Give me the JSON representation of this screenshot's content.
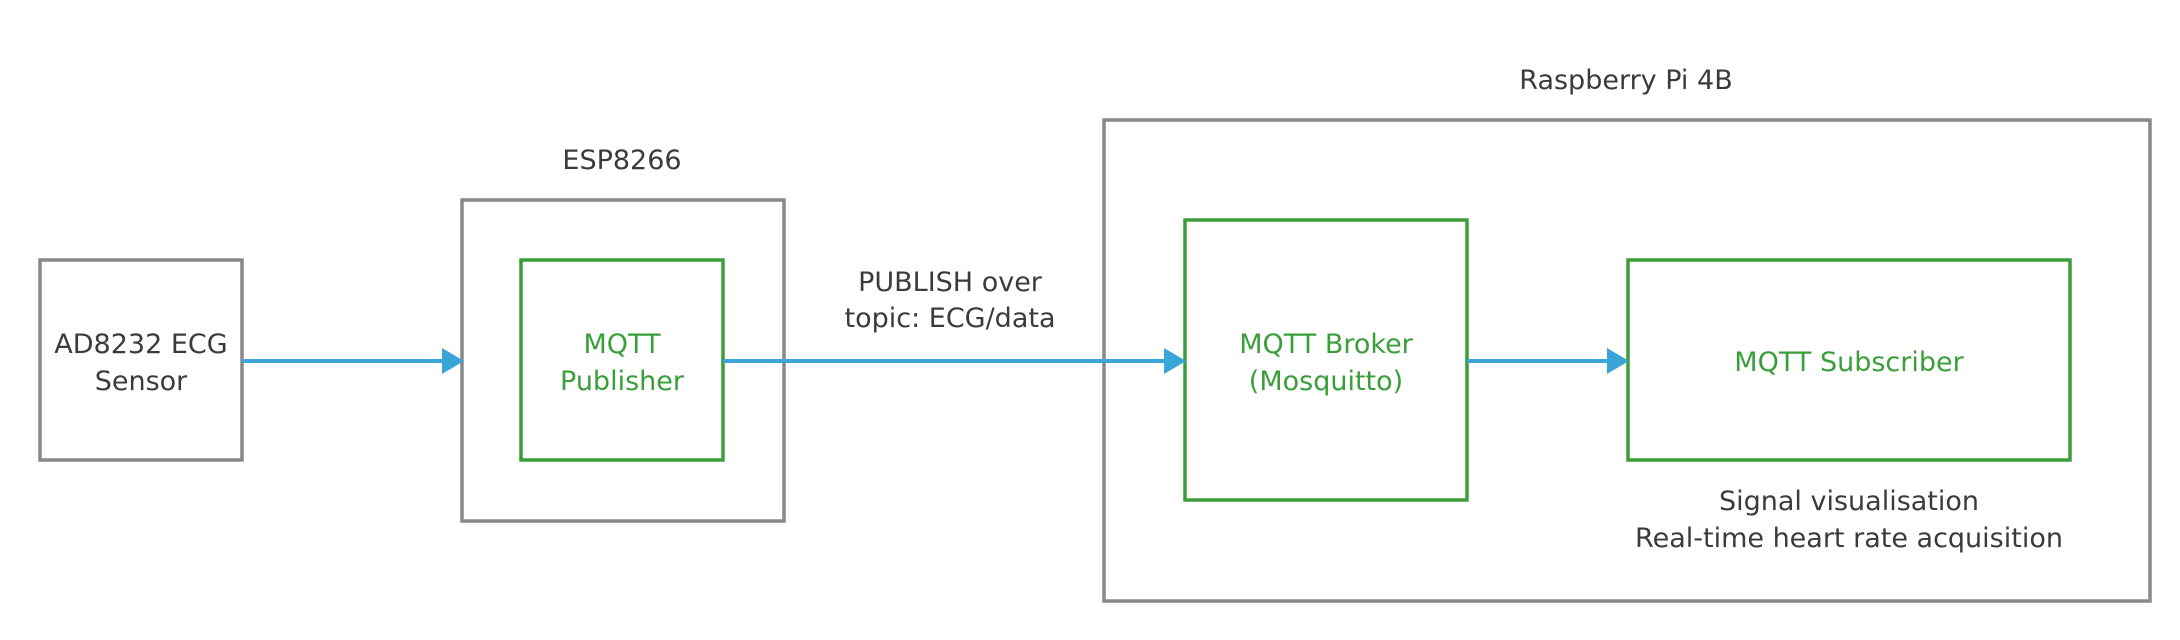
{
  "sensor": {
    "line1": "AD8232 ECG",
    "line2": "Sensor"
  },
  "esp": {
    "title": "ESP8266",
    "publisher": {
      "line1": "MQTT",
      "line2": "Publisher"
    }
  },
  "publish_label": {
    "line1": "PUBLISH over",
    "line2": "topic: ECG/data"
  },
  "pi": {
    "title": "Raspberry Pi 4B",
    "broker": {
      "line1": "MQTT Broker",
      "line2": "(Mosquitto)"
    },
    "subscriber": {
      "label": "MQTT Subscriber"
    },
    "notes": {
      "line1": "Signal visualisation",
      "line2": "Real-time heart rate acquisition"
    }
  },
  "colors": {
    "gray_box": "#888888",
    "green": "#3a9e3a",
    "arrow": "#3aa6d8",
    "text": "#3b3b3b"
  }
}
